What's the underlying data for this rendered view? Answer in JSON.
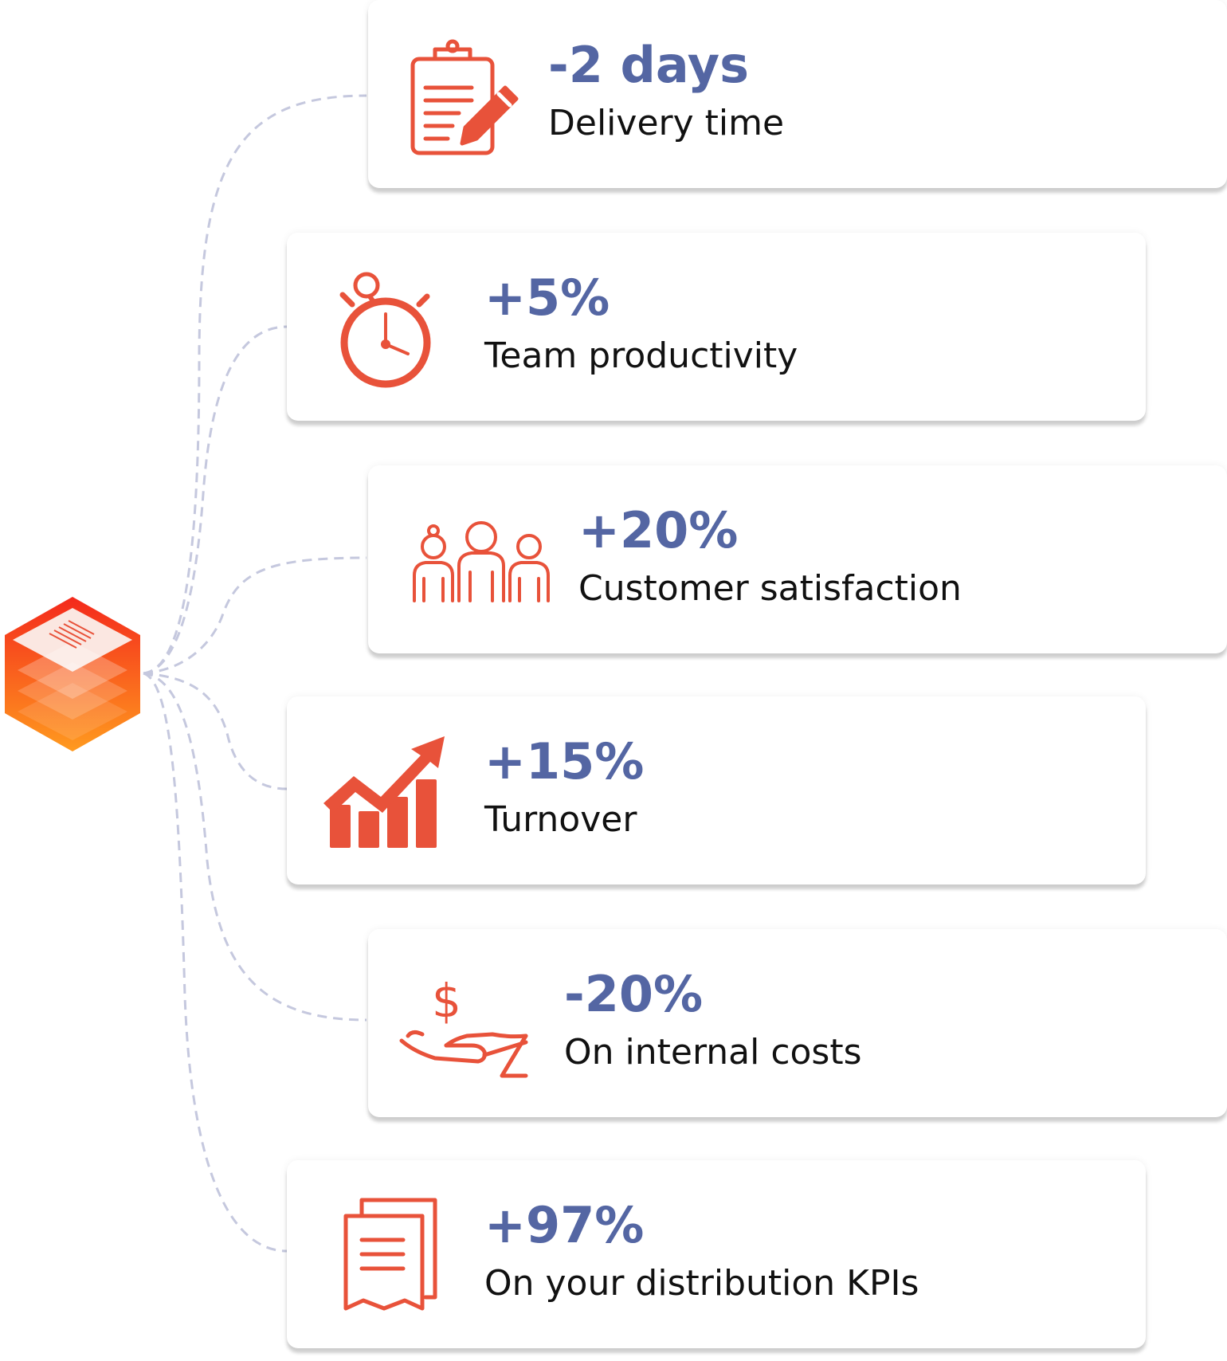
{
  "accent_color": "#e8523a",
  "metric_color": "#5466a3",
  "hub": {
    "icon": "layered-cube-logo"
  },
  "cards": [
    {
      "metric": "-2 days",
      "label": "Delivery time",
      "icon": "clipboard-edit-icon"
    },
    {
      "metric": "+5%",
      "label": "Team productivity",
      "icon": "stopwatch-icon"
    },
    {
      "metric": "+20%",
      "label": "Customer satisfaction",
      "icon": "customers-group-icon"
    },
    {
      "metric": "+15%",
      "label": "Turnover",
      "icon": "growth-chart-icon"
    },
    {
      "metric": "-20%",
      "label": "On internal costs",
      "icon": "hand-dollar-icon"
    },
    {
      "metric": "+97%",
      "label": "On your distribution KPIs",
      "icon": "documents-icon"
    }
  ]
}
